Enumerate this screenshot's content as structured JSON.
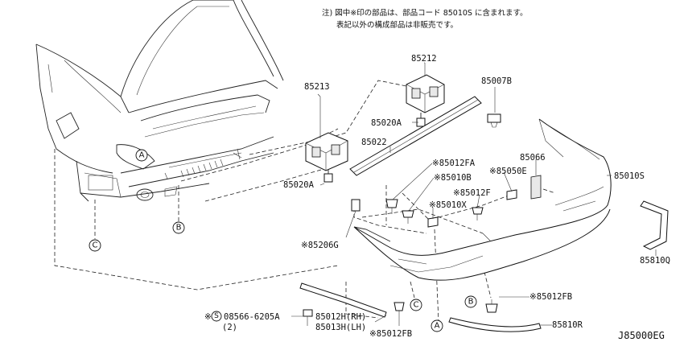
{
  "notes": {
    "line1": "注) 図中※印の部品は、部品コード 85010S に含まれます。",
    "line2": "表記以外の構成部品は非販売です。"
  },
  "parts": {
    "p85212": "85212",
    "p85213": "85213",
    "p85007B": "85007B",
    "p85020A_top": "85020A",
    "p85022": "85022",
    "p85020A_bot": "85020A",
    "p85012FA": "※85012FA",
    "p85010B": "※85010B",
    "p85050E": "※85050E",
    "p85066": "85066",
    "p85010S": "85010S",
    "p85012F": "※85012F",
    "p85010X": "※85010X",
    "p85206G": "※85206G",
    "p85810Q": "85810Q",
    "p85012FB_right": "※85012FB",
    "p85810R": "85810R",
    "p08566_prefix": "※",
    "p08566": "08566-6205A",
    "p08566_qty": "(2)",
    "p85012H": "85012H(RH)",
    "p85013H": "85013H(LH)",
    "p85012FB_bot": "※85012FB"
  },
  "callouts": {
    "A": "A",
    "B": "B",
    "C": "C",
    "S": "S"
  },
  "diagram_id": "J85000EG"
}
